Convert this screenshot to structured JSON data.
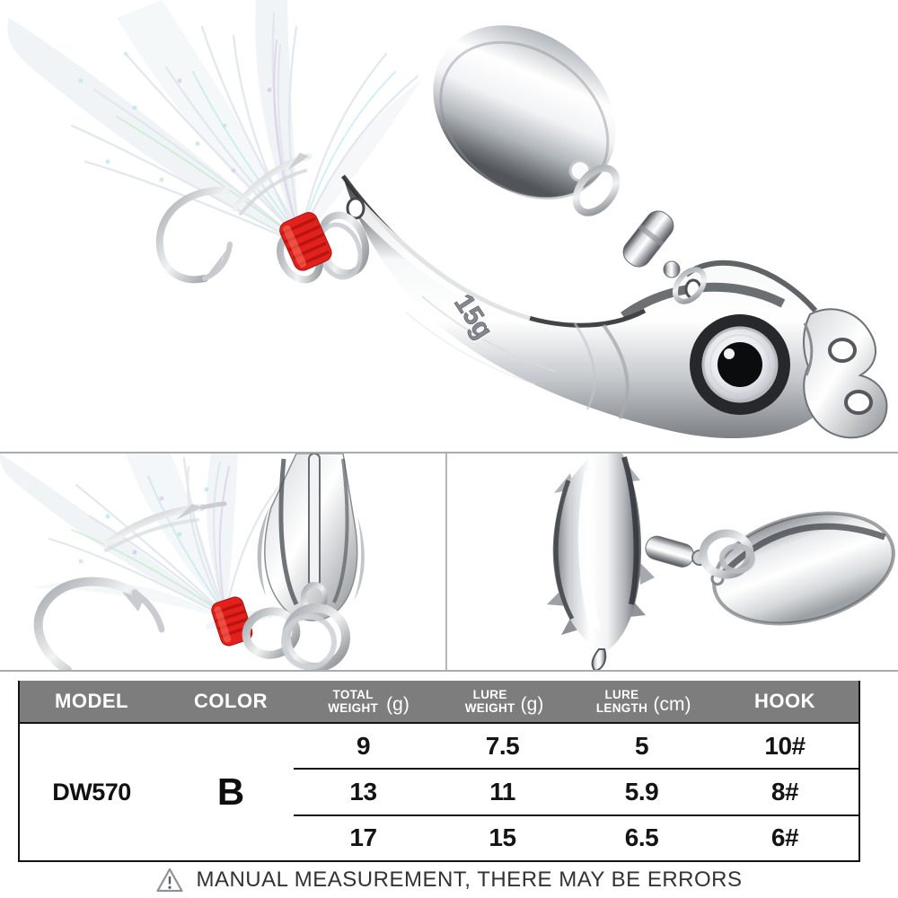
{
  "product": {
    "engraving": "15g",
    "photos": {
      "main": "silver vib spinner tail lure with white feather treble hook and oval spinner blade",
      "detail_left": "close-up of tail fin, split ring, red thread wrap, feathered treble hook",
      "detail_right": "close-up of lure head with barrel swivel and spinner blade"
    }
  },
  "table": {
    "headers": {
      "model": "MODEL",
      "color": "COLOR",
      "total_weight": "TOTAL WEIGHT",
      "total_weight_unit": "(g)",
      "lure_weight": "LURE WEIGHT",
      "lure_weight_unit": "(g)",
      "lure_length": "LURE LENGTH",
      "lure_length_unit": "(cm)",
      "hook": "HOOK"
    },
    "model": "DW570",
    "color": "B",
    "rows": [
      {
        "total_weight": "9",
        "lure_weight": "7.5",
        "lure_length": "5",
        "hook": "10#"
      },
      {
        "total_weight": "13",
        "lure_weight": "11",
        "lure_length": "5.9",
        "hook": "8#"
      },
      {
        "total_weight": "17",
        "lure_weight": "15",
        "lure_length": "6.5",
        "hook": "6#"
      }
    ]
  },
  "footer": {
    "warning": "MANUAL MEASUREMENT, THERE MAY BE ERRORS",
    "warning_icon": "warning-triangle-icon"
  },
  "colors": {
    "table_header_bg": "#7d7d7d",
    "table_border": "#141414",
    "thread_red": "#e3201b",
    "divider_gray": "#a8acb1",
    "metal_light": "#f2f3f5",
    "metal_dark": "#54585c"
  }
}
